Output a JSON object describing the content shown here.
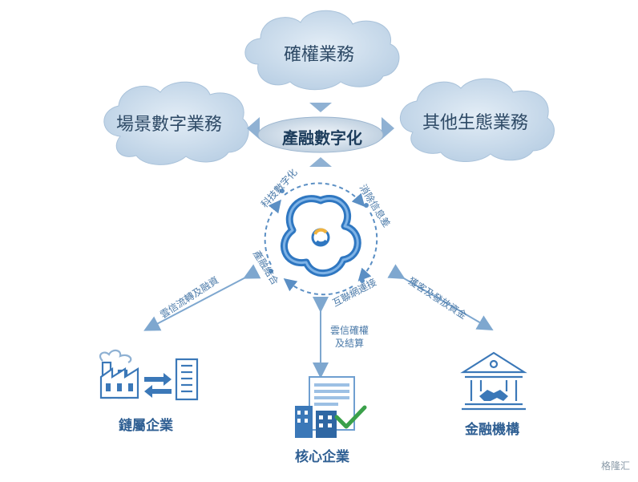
{
  "clouds": {
    "top": "確權業務",
    "left": "場景數字業務",
    "right": "其他生態業務"
  },
  "center": "產融數字化",
  "ring_labels": {
    "tech": "科技數字化",
    "info": "消除信息差",
    "connect": "互聯網連接",
    "integration": "產融結合"
  },
  "links": {
    "left": "雲信流轉及融資",
    "middle_line1": "雲信確權",
    "middle_line2": "及結算",
    "right": "獲客及發放資金"
  },
  "entities": {
    "chain": "鏈屬企業",
    "core": "核心企業",
    "finance": "金融機構"
  },
  "watermark": "格隆汇",
  "colors": {
    "cloud_fill": "#c9daea",
    "arrow": "#7ea7cf",
    "icon_blue": "#3b78b8",
    "check_green": "#3aa04a",
    "logo_blue": "#2f77c1",
    "logo_yellow": "#f2b33d"
  }
}
